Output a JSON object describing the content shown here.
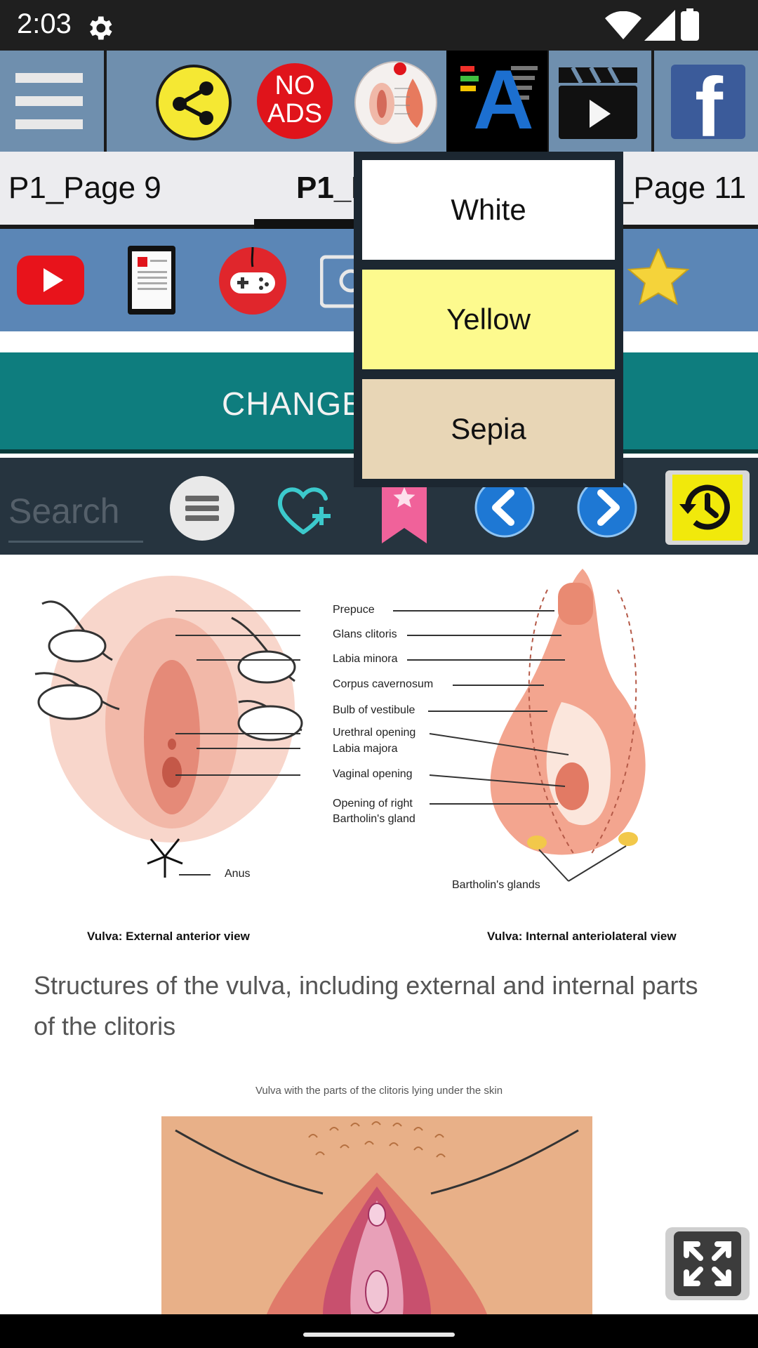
{
  "status": {
    "time": "2:03"
  },
  "toolbar": {
    "no_ads_line1": "NO",
    "no_ads_line2": "ADS",
    "font_icon_letter": "A",
    "facebook_letter": "f"
  },
  "tabs": [
    {
      "label": "P1_Page 9"
    },
    {
      "label": "P1_P"
    },
    {
      "label": "_Page 11"
    }
  ],
  "change_button": {
    "label": "CHANGE"
  },
  "search": {
    "placeholder": "Search"
  },
  "dropdown": {
    "options": [
      {
        "label": "White",
        "color": "#ffffff"
      },
      {
        "label": "Yellow",
        "color": "#fdfa8e"
      },
      {
        "label": "Sepia",
        "color": "#e8d6b6"
      }
    ]
  },
  "figure1": {
    "labels": [
      "Prepuce",
      "Glans clitoris",
      "Labia minora",
      "Corpus cavernosum",
      "Bulb of vestibule",
      "Urethral opening",
      "Labia majora",
      "Vaginal opening",
      "Opening of right",
      "Bartholin's gland",
      "Anus",
      "Bartholin's glands"
    ],
    "caption_left": "Vulva: External anterior view",
    "caption_right": "Vulva: Internal anteriolateral view"
  },
  "caption": "Structures of the vulva, including external and internal parts of the clitoris",
  "figure2": {
    "title": "Vulva with the parts of the clitoris lying under the skin"
  },
  "colors": {
    "toolbar": "#6f8fae",
    "shortcut_strip": "#5b86b6",
    "change_bar": "#0e7d7e",
    "nav_bar": "#26343f"
  }
}
